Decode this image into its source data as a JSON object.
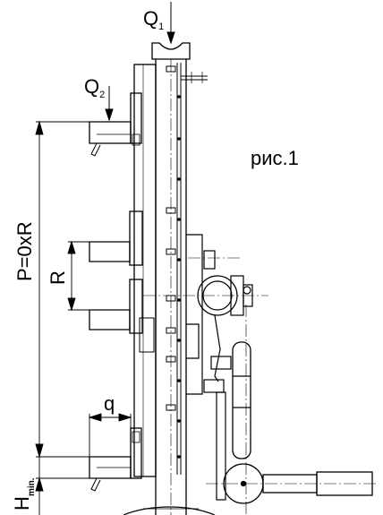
{
  "figure_label": "рис.1",
  "labels": {
    "q1_main": "Q",
    "q1_sub": "1",
    "q2_main": "Q",
    "q2_sub": "2",
    "p_formula": "P=0xR",
    "r": "R",
    "q": "q",
    "hmin_main": "H",
    "hmin_sub": "min."
  },
  "colors": {
    "line": "#000000",
    "background": "#ffffff"
  }
}
